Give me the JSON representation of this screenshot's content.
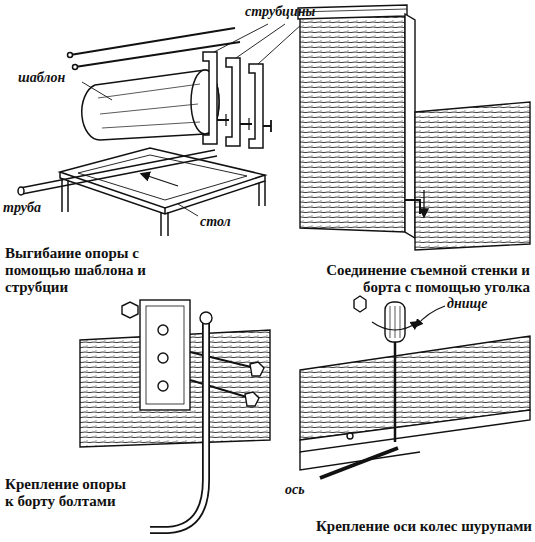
{
  "diagram": {
    "labels": [
      "струбцины",
      "шаблон",
      "труба",
      "стол",
      "Выгибаиие опоры с помощью шаблона и струбции",
      "Соединение съемной стенки и борта с помощью уголка",
      "Крепление опоры к борту болтами",
      "днище",
      "ось",
      "Крепление оси колес шурупами"
    ]
  }
}
